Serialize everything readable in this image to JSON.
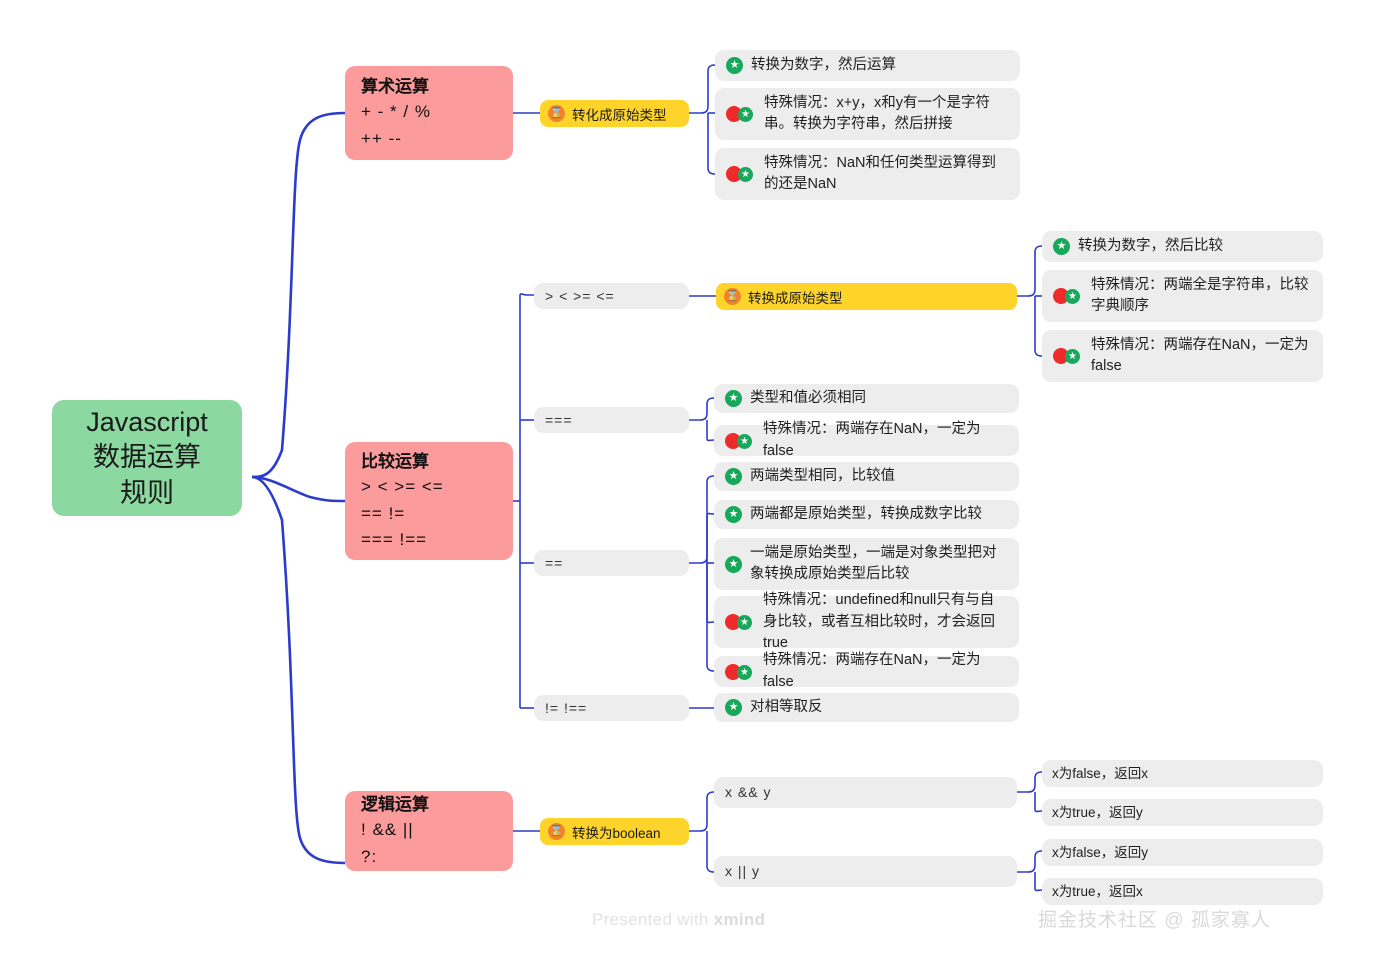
{
  "root": {
    "label": "Javascript\n数据运算\n规则",
    "color": "#8BD9A0"
  },
  "colors": {
    "branch": "#FB9B9B",
    "yellow": "#FFD42A",
    "gray": "#EDEDED",
    "link": "#2C3BCB",
    "green_icon": "#17A85B",
    "red_icon": "#EF2A2A",
    "orange_icon": "#F2832B"
  },
  "branches": [
    {
      "id": "arithmetic",
      "title": "算术运算",
      "ops": "+  -  *  / %\n++   --",
      "convert": {
        "label": "转化成原始类型",
        "icon": "hourglass-icon"
      },
      "leaves": [
        {
          "icon": "star-icon",
          "text": "转换为数字，然后运算"
        },
        {
          "icon": "red-star-icon",
          "text": "特殊情况：x+y，x和y有一个是字符串。转换为字符串，然后拼接"
        },
        {
          "icon": "red-star-icon",
          "text": "特殊情况：NaN和任何类型运算得到的还是NaN"
        }
      ]
    },
    {
      "id": "comparison",
      "title": "比较运算",
      "ops": ">  <  >=  <=\n==  !=\n===  !==",
      "groups": [
        {
          "label": "> < >= <=",
          "convert": {
            "label": "转换成原始类型",
            "icon": "hourglass-icon"
          },
          "leaves": [
            {
              "icon": "star-icon",
              "text": "转换为数字，然后比较"
            },
            {
              "icon": "red-star-icon",
              "text": "特殊情况：两端全是字符串，比较字典顺序"
            },
            {
              "icon": "red-star-icon",
              "text": "特殊情况：两端存在NaN，一定为false"
            }
          ]
        },
        {
          "label": "===",
          "leaves": [
            {
              "icon": "star-icon",
              "text": "类型和值必须相同"
            },
            {
              "icon": "red-star-icon",
              "text": "特殊情况：两端存在NaN，一定为false"
            }
          ]
        },
        {
          "label": "==",
          "leaves": [
            {
              "icon": "star-icon",
              "text": "两端类型相同，比较值"
            },
            {
              "icon": "star-icon",
              "text": "两端都是原始类型，转换成数字比较"
            },
            {
              "icon": "star-icon",
              "text": "一端是原始类型，一端是对象类型把对象转换成原始类型后比较"
            },
            {
              "icon": "red-star-icon",
              "text": "特殊情况：undefined和null只有与自身比较，或者互相比较时，才会返回true"
            },
            {
              "icon": "red-star-icon",
              "text": "特殊情况：两端存在NaN，一定为false"
            }
          ]
        },
        {
          "label": "!= !==",
          "leaves": [
            {
              "icon": "star-icon",
              "text": "对相等取反"
            }
          ]
        }
      ]
    },
    {
      "id": "logical",
      "title": "逻辑运算",
      "ops": "!  &&  ||\n?:",
      "convert": {
        "label": "转换为boolean",
        "icon": "hourglass-icon"
      },
      "groups": [
        {
          "label": "x  &&  y",
          "leaves": [
            {
              "text": "x为false，返回x"
            },
            {
              "text": "x为true，返回y"
            }
          ]
        },
        {
          "label": "x  ||  y",
          "leaves": [
            {
              "text": "x为false，返回y"
            },
            {
              "text": "x为true，返回x"
            }
          ]
        }
      ]
    }
  ],
  "watermarks": {
    "xmind_prefix": "Presented with ",
    "xmind_brand": "xmind",
    "juejin": "掘金技术社区 @ 孤家寡人"
  }
}
